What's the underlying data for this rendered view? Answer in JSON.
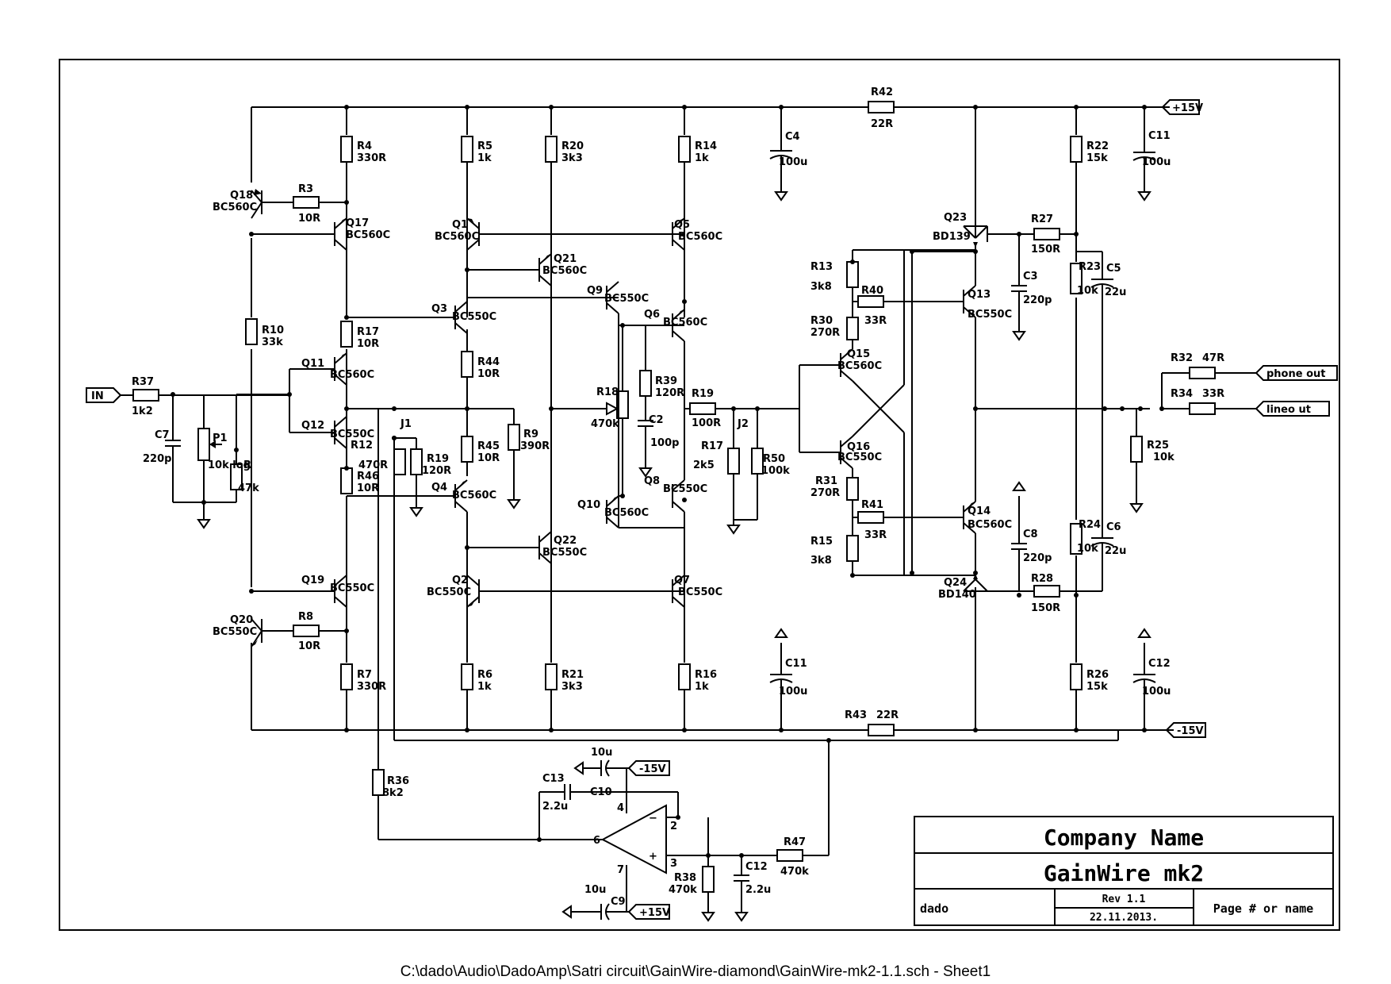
{
  "title_block": {
    "company": "Company Name",
    "project": "GainWire mk2",
    "author": "dado",
    "revision": "Rev 1.1",
    "date": "22.11.2013.",
    "page": "Page # or name"
  },
  "footer": {
    "path": "C:\\dado\\Audio\\DadoAmp\\Satri circuit\\GainWire-diamond\\GainWire-mk2-1.1.sch  -  Sheet1"
  },
  "ports": [
    {
      "label": "IN"
    },
    {
      "label": "+15V"
    },
    {
      "label": "-15V"
    },
    {
      "label": "phone out"
    },
    {
      "label": "lineo ut"
    },
    {
      "label": "-15V"
    },
    {
      "label": "+15V"
    }
  ],
  "resistors": [
    {
      "ref": "R4",
      "value": "330R"
    },
    {
      "ref": "R3",
      "value": "10R"
    },
    {
      "ref": "R10",
      "value": "33k"
    },
    {
      "ref": "R17",
      "value": "10R"
    },
    {
      "ref": "R37",
      "value": "1k2"
    },
    {
      "ref": "R",
      "value": "47k"
    },
    {
      "ref": "R12",
      "value": "470R"
    },
    {
      "ref": "R46",
      "value": "10R"
    },
    {
      "ref": "R8",
      "value": "10R"
    },
    {
      "ref": "R7",
      "value": "330R"
    },
    {
      "ref": "R5",
      "value": "1k"
    },
    {
      "ref": "R20",
      "value": "3k3"
    },
    {
      "ref": "R14",
      "value": "1k"
    },
    {
      "ref": "R44",
      "value": "10R"
    },
    {
      "ref": "R45",
      "value": "10R"
    },
    {
      "ref": "R19",
      "value": "120R"
    },
    {
      "ref": "R9",
      "value": "390R"
    },
    {
      "ref": "R39",
      "value": "120R"
    },
    {
      "ref": "R19",
      "value": "100R"
    },
    {
      "ref": "R17",
      "value": "2k5"
    },
    {
      "ref": "R50",
      "value": "100k"
    },
    {
      "ref": "R6",
      "value": "1k"
    },
    {
      "ref": "R21",
      "value": "3k3"
    },
    {
      "ref": "R16",
      "value": "1k"
    },
    {
      "ref": "R42",
      "value": "22R"
    },
    {
      "ref": "R43",
      "value": "22R"
    },
    {
      "ref": "R13",
      "value": "3k8"
    },
    {
      "ref": "R40",
      "value": "33R"
    },
    {
      "ref": "R30",
      "value": "270R"
    },
    {
      "ref": "R31",
      "value": "270R"
    },
    {
      "ref": "R41",
      "value": "33R"
    },
    {
      "ref": "R15",
      "value": "3k8"
    },
    {
      "ref": "R22",
      "value": "15k"
    },
    {
      "ref": "R27",
      "value": "150R"
    },
    {
      "ref": "R23",
      "value": "10k"
    },
    {
      "ref": "R32",
      "value": "47R"
    },
    {
      "ref": "R34",
      "value": "33R"
    },
    {
      "ref": "R25",
      "value": "10k"
    },
    {
      "ref": "R24",
      "value": "10k"
    },
    {
      "ref": "R28",
      "value": "150R"
    },
    {
      "ref": "R26",
      "value": "15k"
    },
    {
      "ref": "R36",
      "value": "8k2"
    },
    {
      "ref": "R38",
      "value": "470k"
    },
    {
      "ref": "R47",
      "value": "470k"
    }
  ],
  "capacitors": [
    {
      "ref": "C7",
      "value": "220p"
    },
    {
      "ref": "C4",
      "value": "100u"
    },
    {
      "ref": "C2",
      "value": "100p"
    },
    {
      "ref": "C11",
      "value": "100u"
    },
    {
      "ref": "C3",
      "value": "220p"
    },
    {
      "ref": "C11",
      "value": "100u"
    },
    {
      "ref": "C5",
      "value": "22u"
    },
    {
      "ref": "C8",
      "value": "220p"
    },
    {
      "ref": "C6",
      "value": "22u"
    },
    {
      "ref": "C12",
      "value": "100u"
    },
    {
      "ref": "C13",
      "value": "2.2u"
    },
    {
      "ref": "C10",
      "value": "10u"
    },
    {
      "ref": "C9",
      "value": "10u"
    },
    {
      "ref": "C12",
      "value": "2.2u"
    }
  ],
  "transistors": [
    {
      "ref": "Q18",
      "part": "BC560C"
    },
    {
      "ref": "Q17",
      "part": "BC560C"
    },
    {
      "ref": "Q11",
      "part": "BC560C"
    },
    {
      "ref": "Q12",
      "part": "BC550C"
    },
    {
      "ref": "Q19",
      "part": "BC550C"
    },
    {
      "ref": "Q20",
      "part": "BC550C"
    },
    {
      "ref": "Q1",
      "part": "BC560C"
    },
    {
      "ref": "Q21",
      "part": "BC560C"
    },
    {
      "ref": "Q3",
      "part": "BC550C"
    },
    {
      "ref": "Q4",
      "part": "BC560C"
    },
    {
      "ref": "Q22",
      "part": "BC550C"
    },
    {
      "ref": "Q2",
      "part": "BC550C"
    },
    {
      "ref": "Q5",
      "part": "BC560C"
    },
    {
      "ref": "Q9",
      "part": "BC550C"
    },
    {
      "ref": "Q6",
      "part": "BC560C"
    },
    {
      "ref": "Q8",
      "part": "BC550C"
    },
    {
      "ref": "Q10",
      "part": "BC560C"
    },
    {
      "ref": "Q7",
      "part": "BC550C"
    },
    {
      "ref": "Q15",
      "part": "BC560C"
    },
    {
      "ref": "Q16",
      "part": "BC550C"
    },
    {
      "ref": "Q23",
      "part": "BD139"
    },
    {
      "ref": "Q13",
      "part": "BC550C"
    },
    {
      "ref": "Q14",
      "part": "BC560C"
    },
    {
      "ref": "Q24",
      "part": "BD140"
    }
  ],
  "misc": {
    "pot_ref": "P1",
    "pot_value": "10k log",
    "trim_ref": "R18",
    "trim_value": "470k",
    "jumper1": "J1",
    "jumper2": "J2",
    "opamp_pins": [
      "4",
      "2",
      "6",
      "7",
      "3"
    ]
  }
}
